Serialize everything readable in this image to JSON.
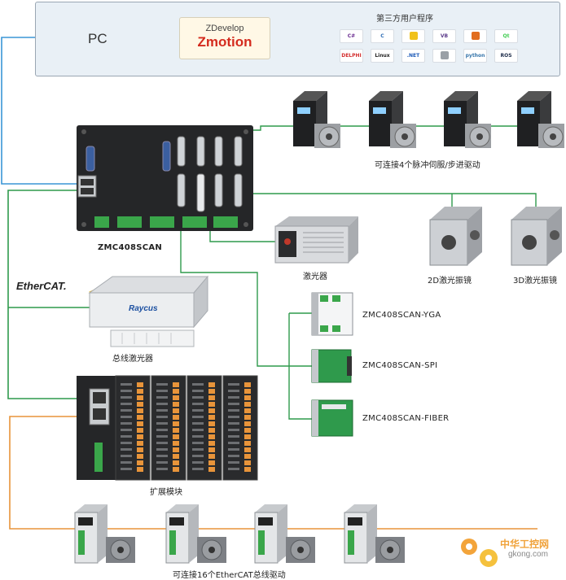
{
  "pc": {
    "label": "PC",
    "zdevelop_label": "ZDevelop",
    "zmotion_logo": "Zmotion",
    "software_title": "第三方用户程序",
    "software_icons": [
      {
        "name": "csharp-icon",
        "text": "C#",
        "color": "#6a2c91"
      },
      {
        "name": "cpp-icon",
        "text": "C",
        "color": "#2f6db5"
      },
      {
        "name": "labview-icon",
        "text": "",
        "color": "#f0c11a"
      },
      {
        "name": "vb-icon",
        "text": "VB",
        "color": "#5b3a8a"
      },
      {
        "name": "matlab-icon",
        "text": "",
        "color": "#e16d1e"
      },
      {
        "name": "qt-icon",
        "text": "Qt",
        "color": "#41cd52"
      },
      {
        "name": "delphi-icon",
        "text": "DELPHI",
        "color": "#d32f2f"
      },
      {
        "name": "linux-icon",
        "text": "Linux",
        "color": "#222222"
      },
      {
        "name": "dotnet-icon",
        "text": ".NET",
        "color": "#1e5bb8"
      },
      {
        "name": "android-icon",
        "text": "",
        "color": "#9aa0a6"
      },
      {
        "name": "python-icon",
        "text": "python",
        "color": "#3776ab"
      },
      {
        "name": "ros-icon",
        "text": "ROS",
        "color": "#22314e"
      }
    ]
  },
  "labels": {
    "servo_caption": "可连接4个脉冲伺服/步进驱动",
    "controller_name": "ZMC408SCAN",
    "laser_caption": "激光器",
    "galvo_2d": "2D激光振镜",
    "galvo_3d": "3D激光振镜",
    "ethercat_logo": "EtherCAT.",
    "bus_laser_caption": "总线激光器",
    "raycus_logo": "Raycus",
    "yga_board": "ZMC408SCAN-YGA",
    "spi_board": "ZMC408SCAN-SPI",
    "fiber_board": "ZMC408SCAN-FIBER",
    "expansion_caption": "扩展模块",
    "ethercat_drives_caption": "可连接16个EtherCAT总线驱动",
    "watermark_cn": "中华工控网",
    "watermark_url": "gkong.com"
  },
  "colors": {
    "ethernet_line": "#3a96d6",
    "signal_line": "#2f9a4c",
    "ethercat_line": "#e8943a",
    "device_dark": "#252628"
  }
}
